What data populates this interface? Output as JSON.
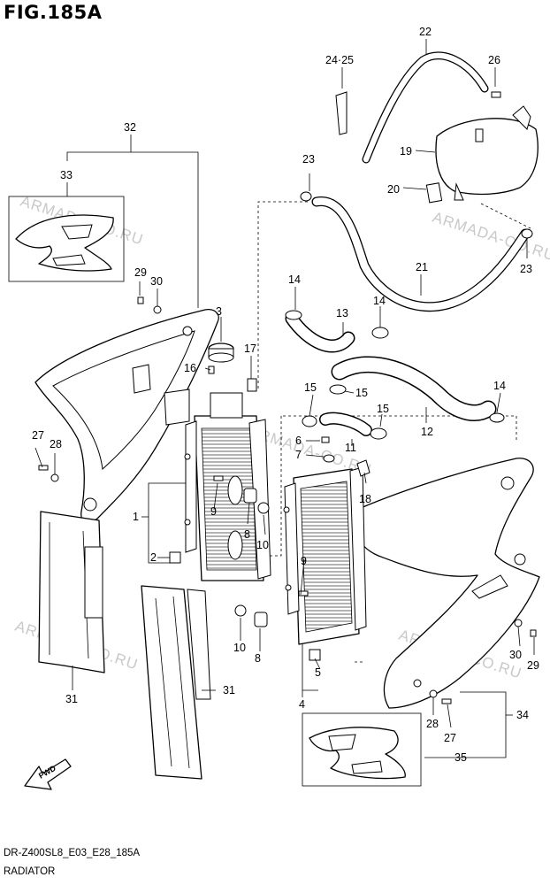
{
  "header": {
    "figure_title": "FIG.185A"
  },
  "footer": {
    "model_code": "DR-Z400SL8_E03_E28_185A",
    "section_name": "RADIATOR"
  },
  "watermark": "ARMADA-CO.RU",
  "fwd_label": "FWD",
  "callouts": {
    "c1": "1",
    "c2": "2",
    "c3": "3",
    "c4": "4",
    "c5": "5",
    "c6": "6",
    "c7": "7",
    "c8a": "8",
    "c8b": "8",
    "c9a": "9",
    "c9b": "9",
    "c10a": "10",
    "c10b": "10",
    "c11": "11",
    "c12": "12",
    "c13": "13",
    "c14a": "14",
    "c14b": "14",
    "c14c": "14",
    "c15a": "15",
    "c15b": "15",
    "c15c": "15",
    "c16": "16",
    "c17": "17",
    "c18": "18",
    "c19": "19",
    "c20": "20",
    "c21": "21",
    "c22": "22",
    "c23a": "23",
    "c23b": "23",
    "c2425": "24·25",
    "c26": "26",
    "c27a": "27",
    "c27b": "27",
    "c28a": "28",
    "c28b": "28",
    "c29a": "29",
    "c29b": "29",
    "c30a": "30",
    "c30b": "30",
    "c31a": "31",
    "c31b": "31",
    "c32": "32",
    "c33": "33",
    "c34": "34",
    "c35": "35"
  }
}
